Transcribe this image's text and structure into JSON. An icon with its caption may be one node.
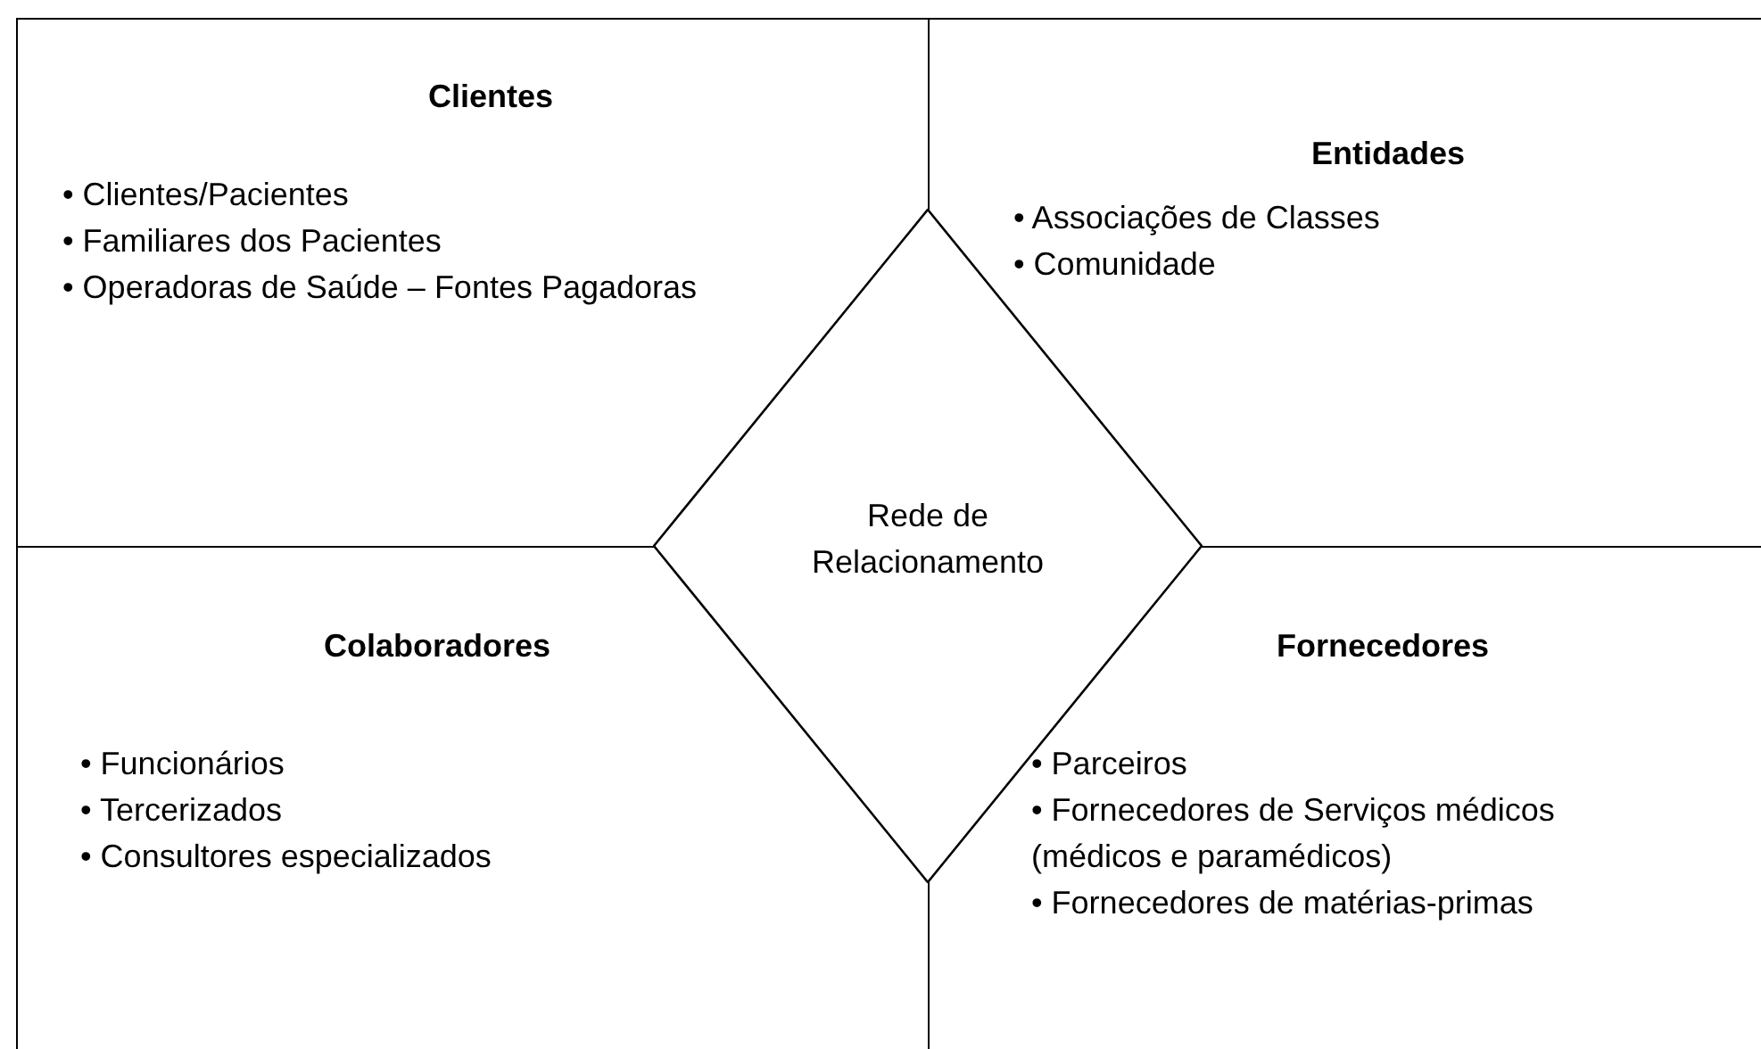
{
  "diagram": {
    "nodes": [
      {
        "text": [
          "Clientes",
          "• Clientes/Pacientes",
          "• Familiares dos Pacientes",
          "• Operadoras de Saúde – Fontes Pagadoras"
        ]
      },
      {
        "text": [
          "Entidades",
          "• Associações de Classes",
          "• Comunidade"
        ]
      },
      {
        "text": [
          "Colaboradores",
          "• Funcionários",
          "• Tercerizados",
          "• Consultores especializados"
        ]
      },
      {
        "text": [
          "Fornecedores",
          "• Parceiros",
          "• Fornecedores de Serviços médicos (médicos e paramédicos)",
          "• Fornecedores de matérias-primas"
        ]
      },
      {
        "text": [
          "Rede de Relacionamento"
        ]
      }
    ]
  }
}
